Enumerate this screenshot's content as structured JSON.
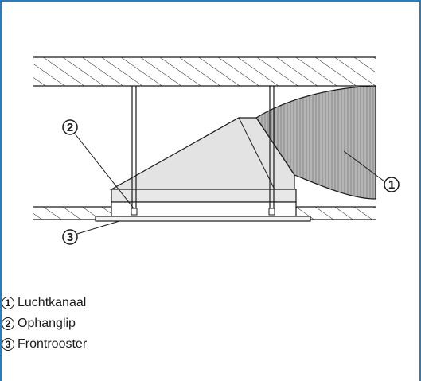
{
  "callouts": [
    "1",
    "2",
    "3"
  ],
  "legend": [
    {
      "number": "1",
      "label": "Luchtkanaal"
    },
    {
      "number": "2",
      "label": "Ophanglip"
    },
    {
      "number": "3",
      "label": "Frontrooster"
    }
  ],
  "colors": {
    "frame": "#2e7bb8",
    "line": "#1a1a1a",
    "plenum_fill": "#e3e3e3",
    "duct_fill": "#b8b8b8"
  }
}
